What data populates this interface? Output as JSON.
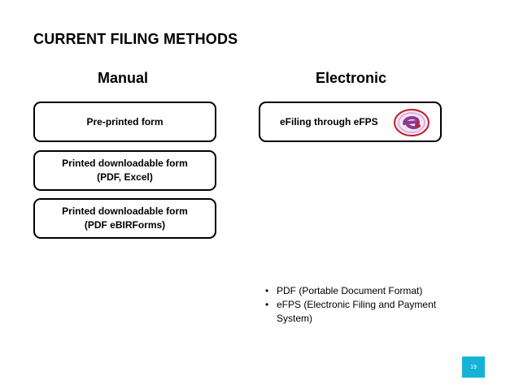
{
  "slide": {
    "title": "CURRENT FILING METHODS",
    "page_number": "19"
  },
  "manual": {
    "heading": "Manual",
    "items": [
      {
        "line1": "Pre-printed form",
        "line2": ""
      },
      {
        "line1": "Printed downloadable form",
        "line2": "(PDF, Excel)"
      },
      {
        "line1": "Printed downloadable form",
        "line2": "(PDF eBIRForms)"
      }
    ]
  },
  "electronic": {
    "heading": "Electronic",
    "items": [
      {
        "label": "eFiling through eFPS",
        "logo": "efps-logo-icon"
      }
    ]
  },
  "notes": [
    "PDF (Portable Document Format)",
    "eFPS (Electronic Filing and Payment System)"
  ],
  "colors": {
    "badge": "#15b4d6",
    "logo_ring": "#c0202e",
    "logo_fill": "#8e3a8e"
  }
}
